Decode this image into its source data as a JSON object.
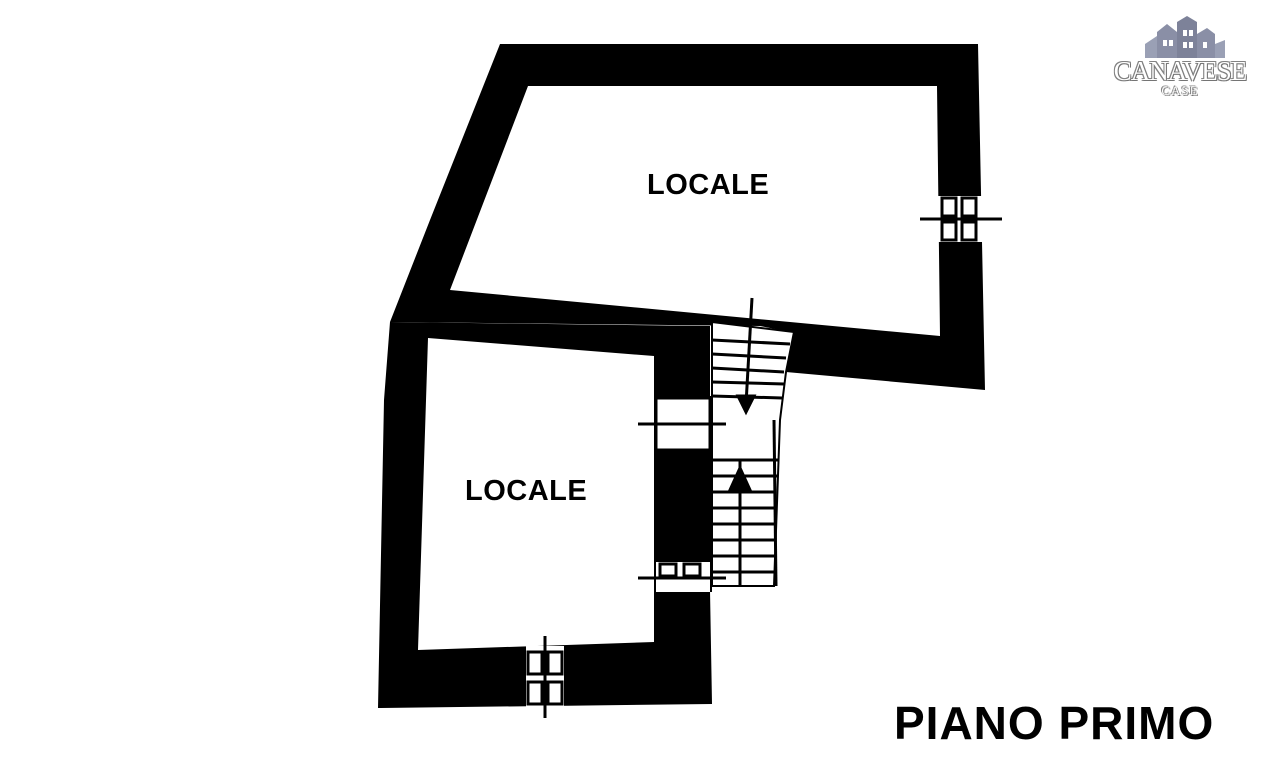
{
  "floor_plan": {
    "rooms": [
      {
        "label": "LOCALE"
      },
      {
        "label": "LOCALE"
      }
    ],
    "floor_name": "PIANO PRIMO"
  },
  "logo": {
    "name": "CANAVESE",
    "subtitle": "CASE",
    "icon": "houses-icon"
  },
  "colors": {
    "wall": "#000000",
    "background": "#ffffff",
    "logo_roof": "#8a8fa6"
  }
}
